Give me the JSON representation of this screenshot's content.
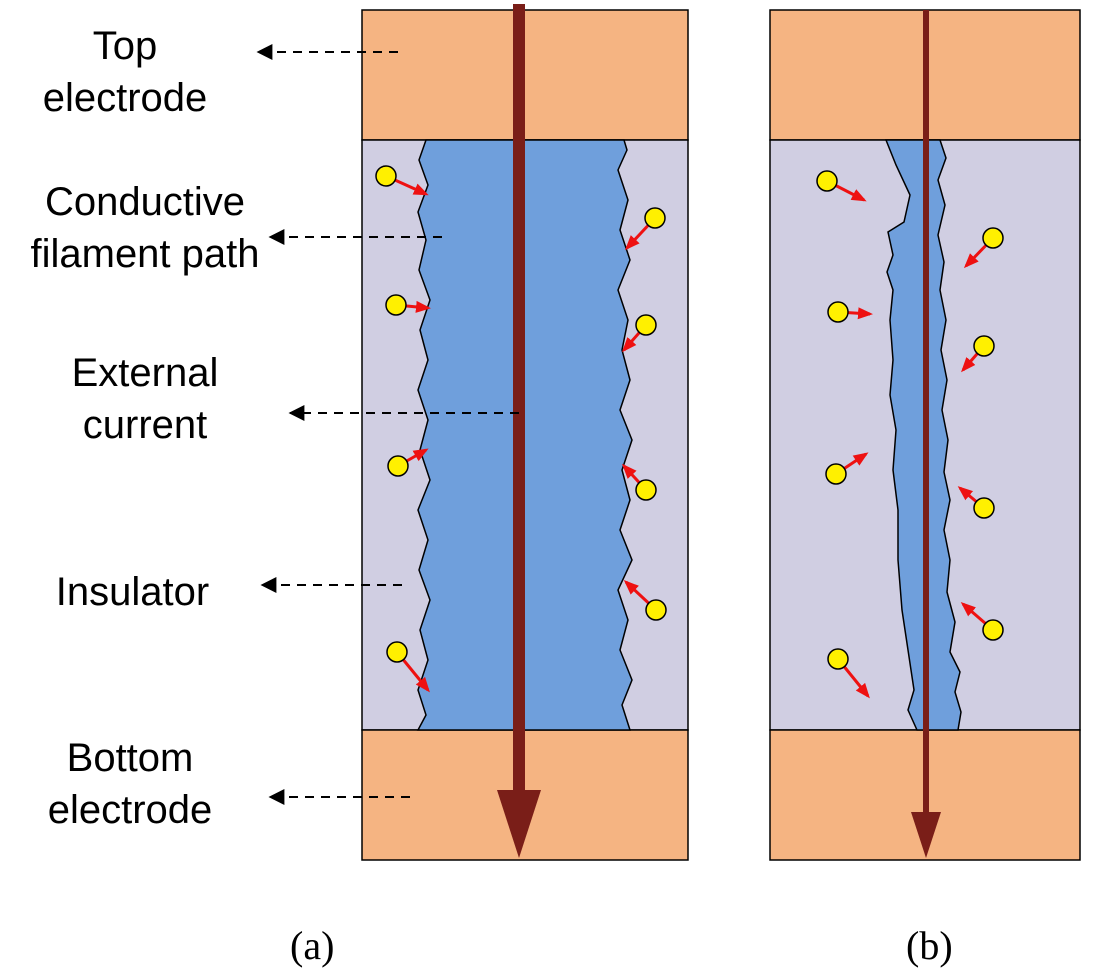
{
  "labels": {
    "top_electrode": [
      "Top",
      "electrode"
    ],
    "conductive_filament_path": [
      "Conductive",
      "filament path"
    ],
    "external_current": [
      "External",
      "current"
    ],
    "insulator": "Insulator",
    "bottom_electrode": [
      "Bottom",
      "electrode"
    ]
  },
  "captions": {
    "a": "(a)",
    "b": "(b)"
  },
  "colors": {
    "electrode": "#F5B482",
    "insulator": "#D0CEE2",
    "filament": "#6F9FDC",
    "current_arrow": "#7A1E18",
    "ion_fill": "#FFF000",
    "ion_arrow": "#EE1111"
  }
}
